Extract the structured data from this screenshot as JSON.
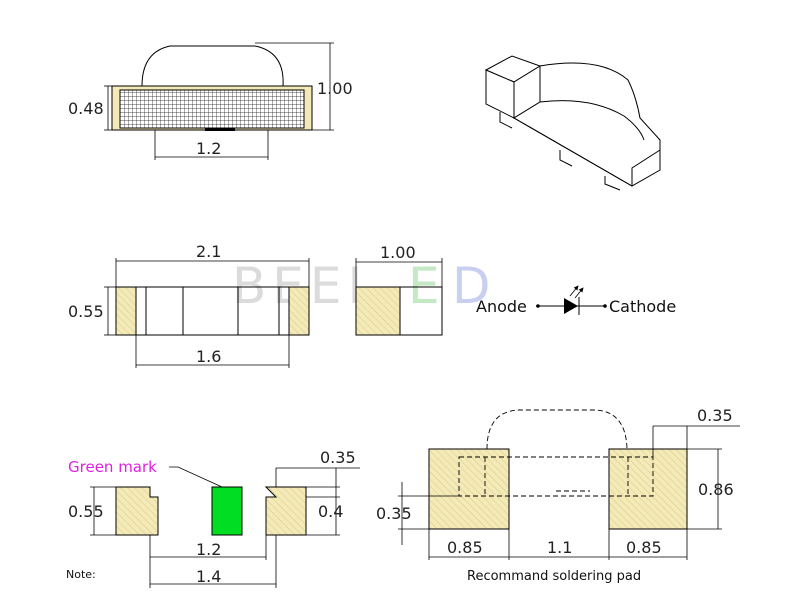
{
  "side_view": {
    "height_label": "0.48",
    "total_height_label": "1.00",
    "width_label": "1.2"
  },
  "top_view": {
    "length_label": "2.1",
    "height_label": "0.55",
    "inner_label": "1.6"
  },
  "end_view": {
    "width_label": "1.00"
  },
  "watermark": "BEELED",
  "watermark_colors": [
    "#d4d4d4",
    "#9fd49f",
    "#9fa8e8"
  ],
  "symbol": {
    "anode": "Anode",
    "cathode": "Cathode"
  },
  "bottom_view": {
    "green_mark_label": "Green mark",
    "green_color": "#00dd22",
    "pad_top_label": "0.35",
    "height_label": "0.55",
    "pad_right_label": "0.4",
    "inner_label": "1.2",
    "outer_label": "1.4"
  },
  "solder_pad": {
    "top_label": "0.35",
    "left_label": "0.35",
    "height_label": "0.86",
    "pad_width_left": "0.85",
    "gap_label": "1.1",
    "pad_width_right": "0.85",
    "caption": "Recommand soldering pad"
  },
  "note_label": "Note:"
}
